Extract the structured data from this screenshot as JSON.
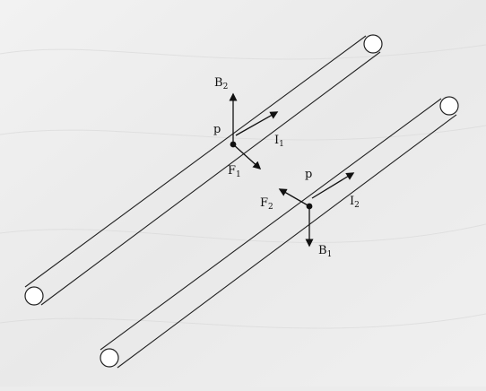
{
  "diagram": {
    "conductors": [
      {
        "name": "conductor-1",
        "labels": {
          "B": {
            "main": "B",
            "sub": "2"
          },
          "p": {
            "main": "p",
            "sub": ""
          },
          "I": {
            "main": "I",
            "sub": "1"
          },
          "F": {
            "main": "F",
            "sub": "1"
          }
        }
      },
      {
        "name": "conductor-2",
        "labels": {
          "p": {
            "main": "p",
            "sub": ""
          },
          "F": {
            "main": "F",
            "sub": "2"
          },
          "I": {
            "main": "I",
            "sub": "2"
          },
          "B": {
            "main": "B",
            "sub": "1"
          }
        }
      }
    ]
  }
}
